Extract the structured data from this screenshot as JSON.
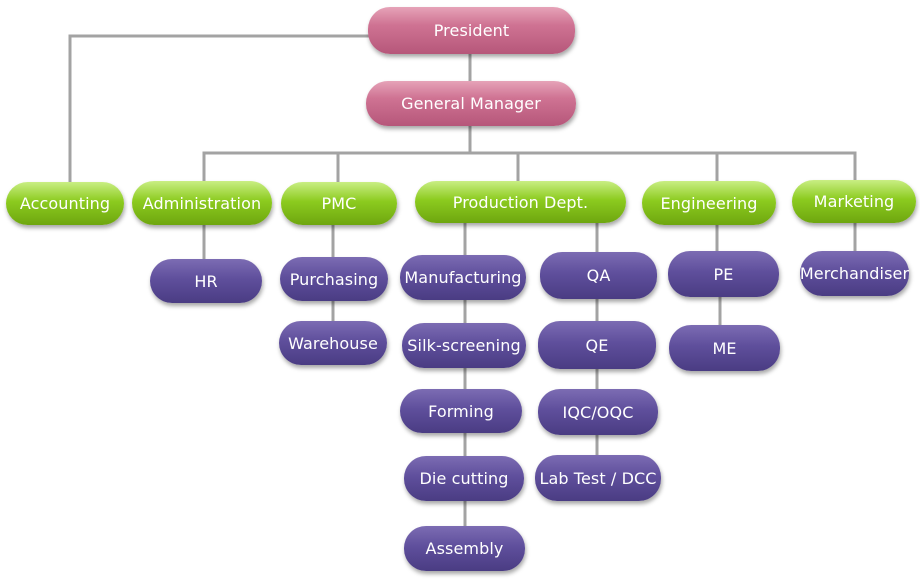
{
  "colors": {
    "top": "#cf7393",
    "department": "#8ccb1f",
    "unit": "#5f4f9c",
    "connector": "#a3a3a3"
  },
  "nodes": {
    "president": "President",
    "general_manager": "General Manager",
    "accounting": "Accounting",
    "administration": "Administration",
    "pmc": "PMC",
    "production": "Production Dept.",
    "engineering": "Engineering",
    "marketing": "Marketing",
    "hr": "HR",
    "purchasing": "Purchasing",
    "warehouse": "Warehouse",
    "manufacturing": "Manufacturing",
    "silk_screening": "Silk-screening",
    "forming": "Forming",
    "die_cutting": "Die cutting",
    "assembly": "Assembly",
    "qa": "QA",
    "qe": "QE",
    "iqc_oqc": "IQC/OQC",
    "lab_test": "Lab Test / DCC",
    "pe": "PE",
    "me": "ME",
    "merchandiser": "Merchandiser"
  }
}
